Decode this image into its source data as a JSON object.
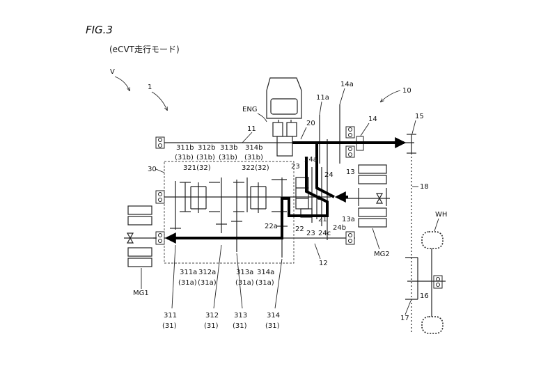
{
  "figure": {
    "title": "FIG.3",
    "subtitle": "(eCVT走行モード)"
  },
  "labels": {
    "V": "V",
    "n1": "1",
    "ENG": "ENG",
    "n10": "10",
    "n11": "11",
    "n11a": "11a",
    "n14a": "14a",
    "n14": "14",
    "n15": "15",
    "n20": "20",
    "n30": "30",
    "n311b": "311b",
    "n312b": "312b",
    "n313b": "313b",
    "n314b": "314b",
    "p31b_1": "(31b)",
    "p31b_2": "(31b)",
    "p31b_3": "(31b)",
    "p31b_4": "(31b)",
    "n321": "321(32)",
    "n322": "322(32)",
    "n23a": "23",
    "n24a": "24a",
    "n24": "24",
    "n13": "13",
    "n18": "18",
    "n22a": "22a",
    "n21": "21",
    "n22": "22",
    "n23b": "23",
    "n24c": "24c",
    "n24b": "24b",
    "n13a": "13a",
    "n12": "12",
    "MG2": "MG2",
    "MG1": "MG1",
    "WH": "WH",
    "n16": "16",
    "n17": "17",
    "n311a": "311a",
    "n312a": "312a",
    "n313a": "313a",
    "n314a": "314a",
    "p31a_1": "(31a)",
    "p31a_2": "(31a)",
    "p31a_3": "(31a)",
    "p31a_4": "(31a)",
    "n311": "311",
    "n312": "312",
    "n313": "313",
    "n314": "314",
    "p31_1": "(31)",
    "p31_2": "(31)",
    "p31_3": "(31)",
    "p31_4": "(31)"
  }
}
